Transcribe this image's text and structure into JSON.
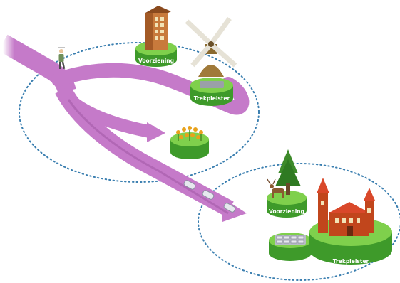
{
  "labels": {
    "voorziening_top": "Voorziening",
    "trekpleister_top": "Trekpleister",
    "voorziening_bottom": "Voorziening",
    "trekpleister_bottom": "Trekpleister"
  },
  "colors": {
    "path": "#c57ac9",
    "path_dark": "#a45aa8",
    "platform_top": "#7fd04c",
    "platform_side": "#3e9a2a",
    "dots": "#3b7fb0",
    "brick": "#c1461c",
    "roof": "#d9482a"
  },
  "icons": {
    "walker": "person-walking-icon",
    "apartment": "apartment-building-icon",
    "windmill": "windmill-icon",
    "parking_top": "parking-lot-icon",
    "field": "sunflower-field-icon",
    "cars": "car-icon",
    "tree": "pine-tree-icon",
    "deer": "deer-icon",
    "castle": "castle-icon",
    "parking_bottom": "parking-lot-icon"
  }
}
